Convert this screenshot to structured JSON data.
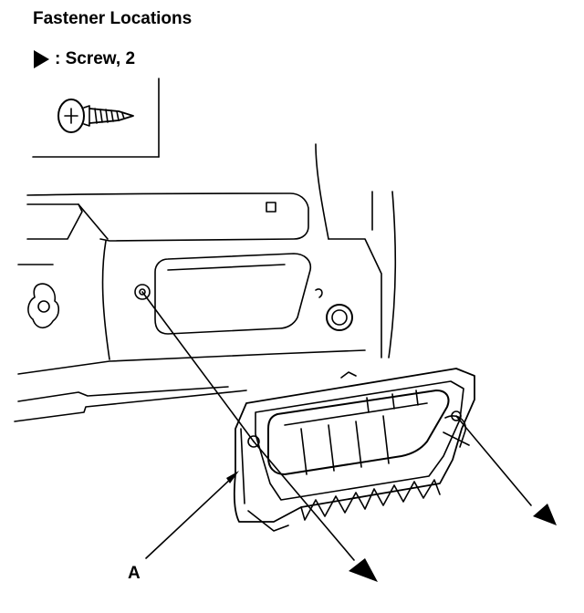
{
  "title": "Fastener Locations",
  "legend": {
    "symbol": "arrowhead-icon",
    "label": ": Screw, 2"
  },
  "callouts": {
    "a": "A"
  },
  "colors": {
    "ink": "#000000",
    "paper": "#ffffff"
  }
}
